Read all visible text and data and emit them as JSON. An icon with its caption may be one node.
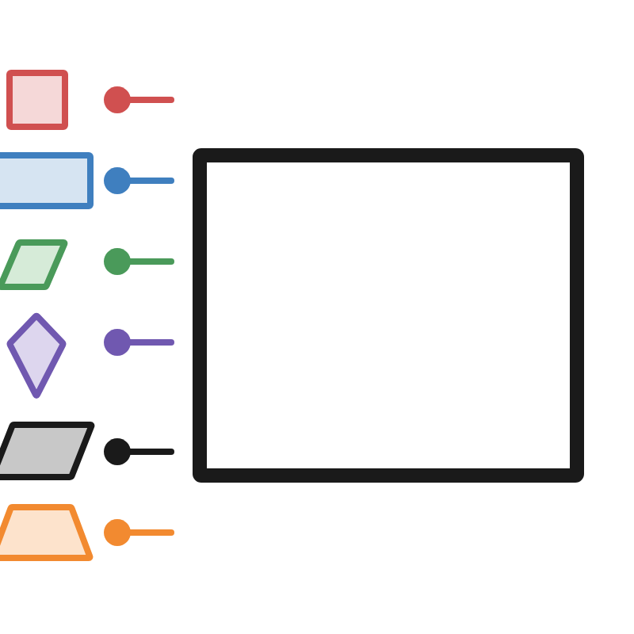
{
  "diagram": {
    "nodes": [
      {
        "text": [],
        "shape": "box"
      },
      {
        "text": [],
        "shape": "box"
      },
      {
        "text": [],
        "shape": "parallelogram"
      },
      {
        "text": [],
        "shape": "diamond"
      },
      {
        "text": [],
        "shape": "parallelogram"
      },
      {
        "text": [],
        "shape": "trapezoid"
      },
      {
        "text": [],
        "shape": "box"
      }
    ]
  }
}
